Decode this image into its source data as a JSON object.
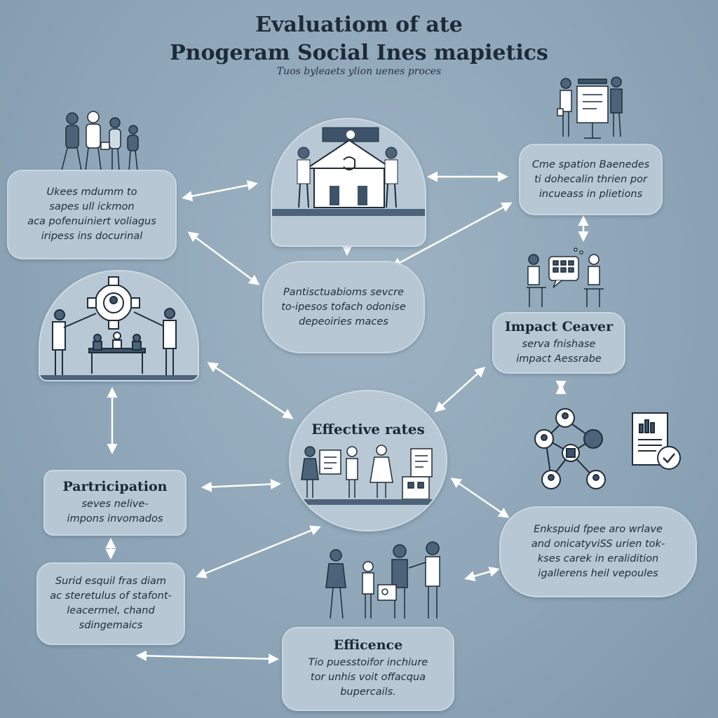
{
  "header": {
    "title_line1": "Evaluatiom of ate",
    "title_line2": "Pnogeram Social Ines mapietics",
    "subtitle": "Tuos byleaets ylion uenes proces"
  },
  "nodes": {
    "top_left_box": {
      "lines": [
        "Ukees mdumm to",
        "sapes ull ickmon",
        "aca pofenuiniert voliagus",
        "iripess ins docurinal"
      ]
    },
    "top_right_box": {
      "lines": [
        "Cme spation Baenedes",
        "ti dohecalin thrien por",
        "incueass in plietions"
      ]
    },
    "center_box": {
      "lines": [
        "Pantisctuabioms sevcre",
        "to-ipesos tofach odonise",
        "depeoiries maces"
      ]
    },
    "impact_box": {
      "heading": "Impact Ceaver",
      "lines": [
        "serva fnishase",
        "impact Aessrabe"
      ]
    },
    "effective_circle": {
      "heading": "Effective rates"
    },
    "participation_box": {
      "heading": "Partricipation",
      "lines": [
        "seves nelive-",
        "impons invomados"
      ]
    },
    "bottom_left_box": {
      "lines": [
        "Surid esquil fras diam",
        "ac steretulus of stafont-",
        "leacermel, chand",
        "sdingemaics"
      ]
    },
    "bottom_right_box": {
      "lines": [
        "Enkspuid fpee aro wrlave",
        "and onicatyviSS urien tok-",
        "kses carek in eralidition",
        "igallerens heil vepoules"
      ]
    },
    "efficiency_box": {
      "heading": "Efficence",
      "lines": [
        "Tio puesstoifor inchiure",
        "tor unhis voit offacqua",
        "bupercails."
      ]
    }
  },
  "colors": {
    "background": "#8ea6b8",
    "box_fill": "#b7c8d4",
    "ink": "#1f2d3a",
    "arrow": "#ffffff"
  }
}
